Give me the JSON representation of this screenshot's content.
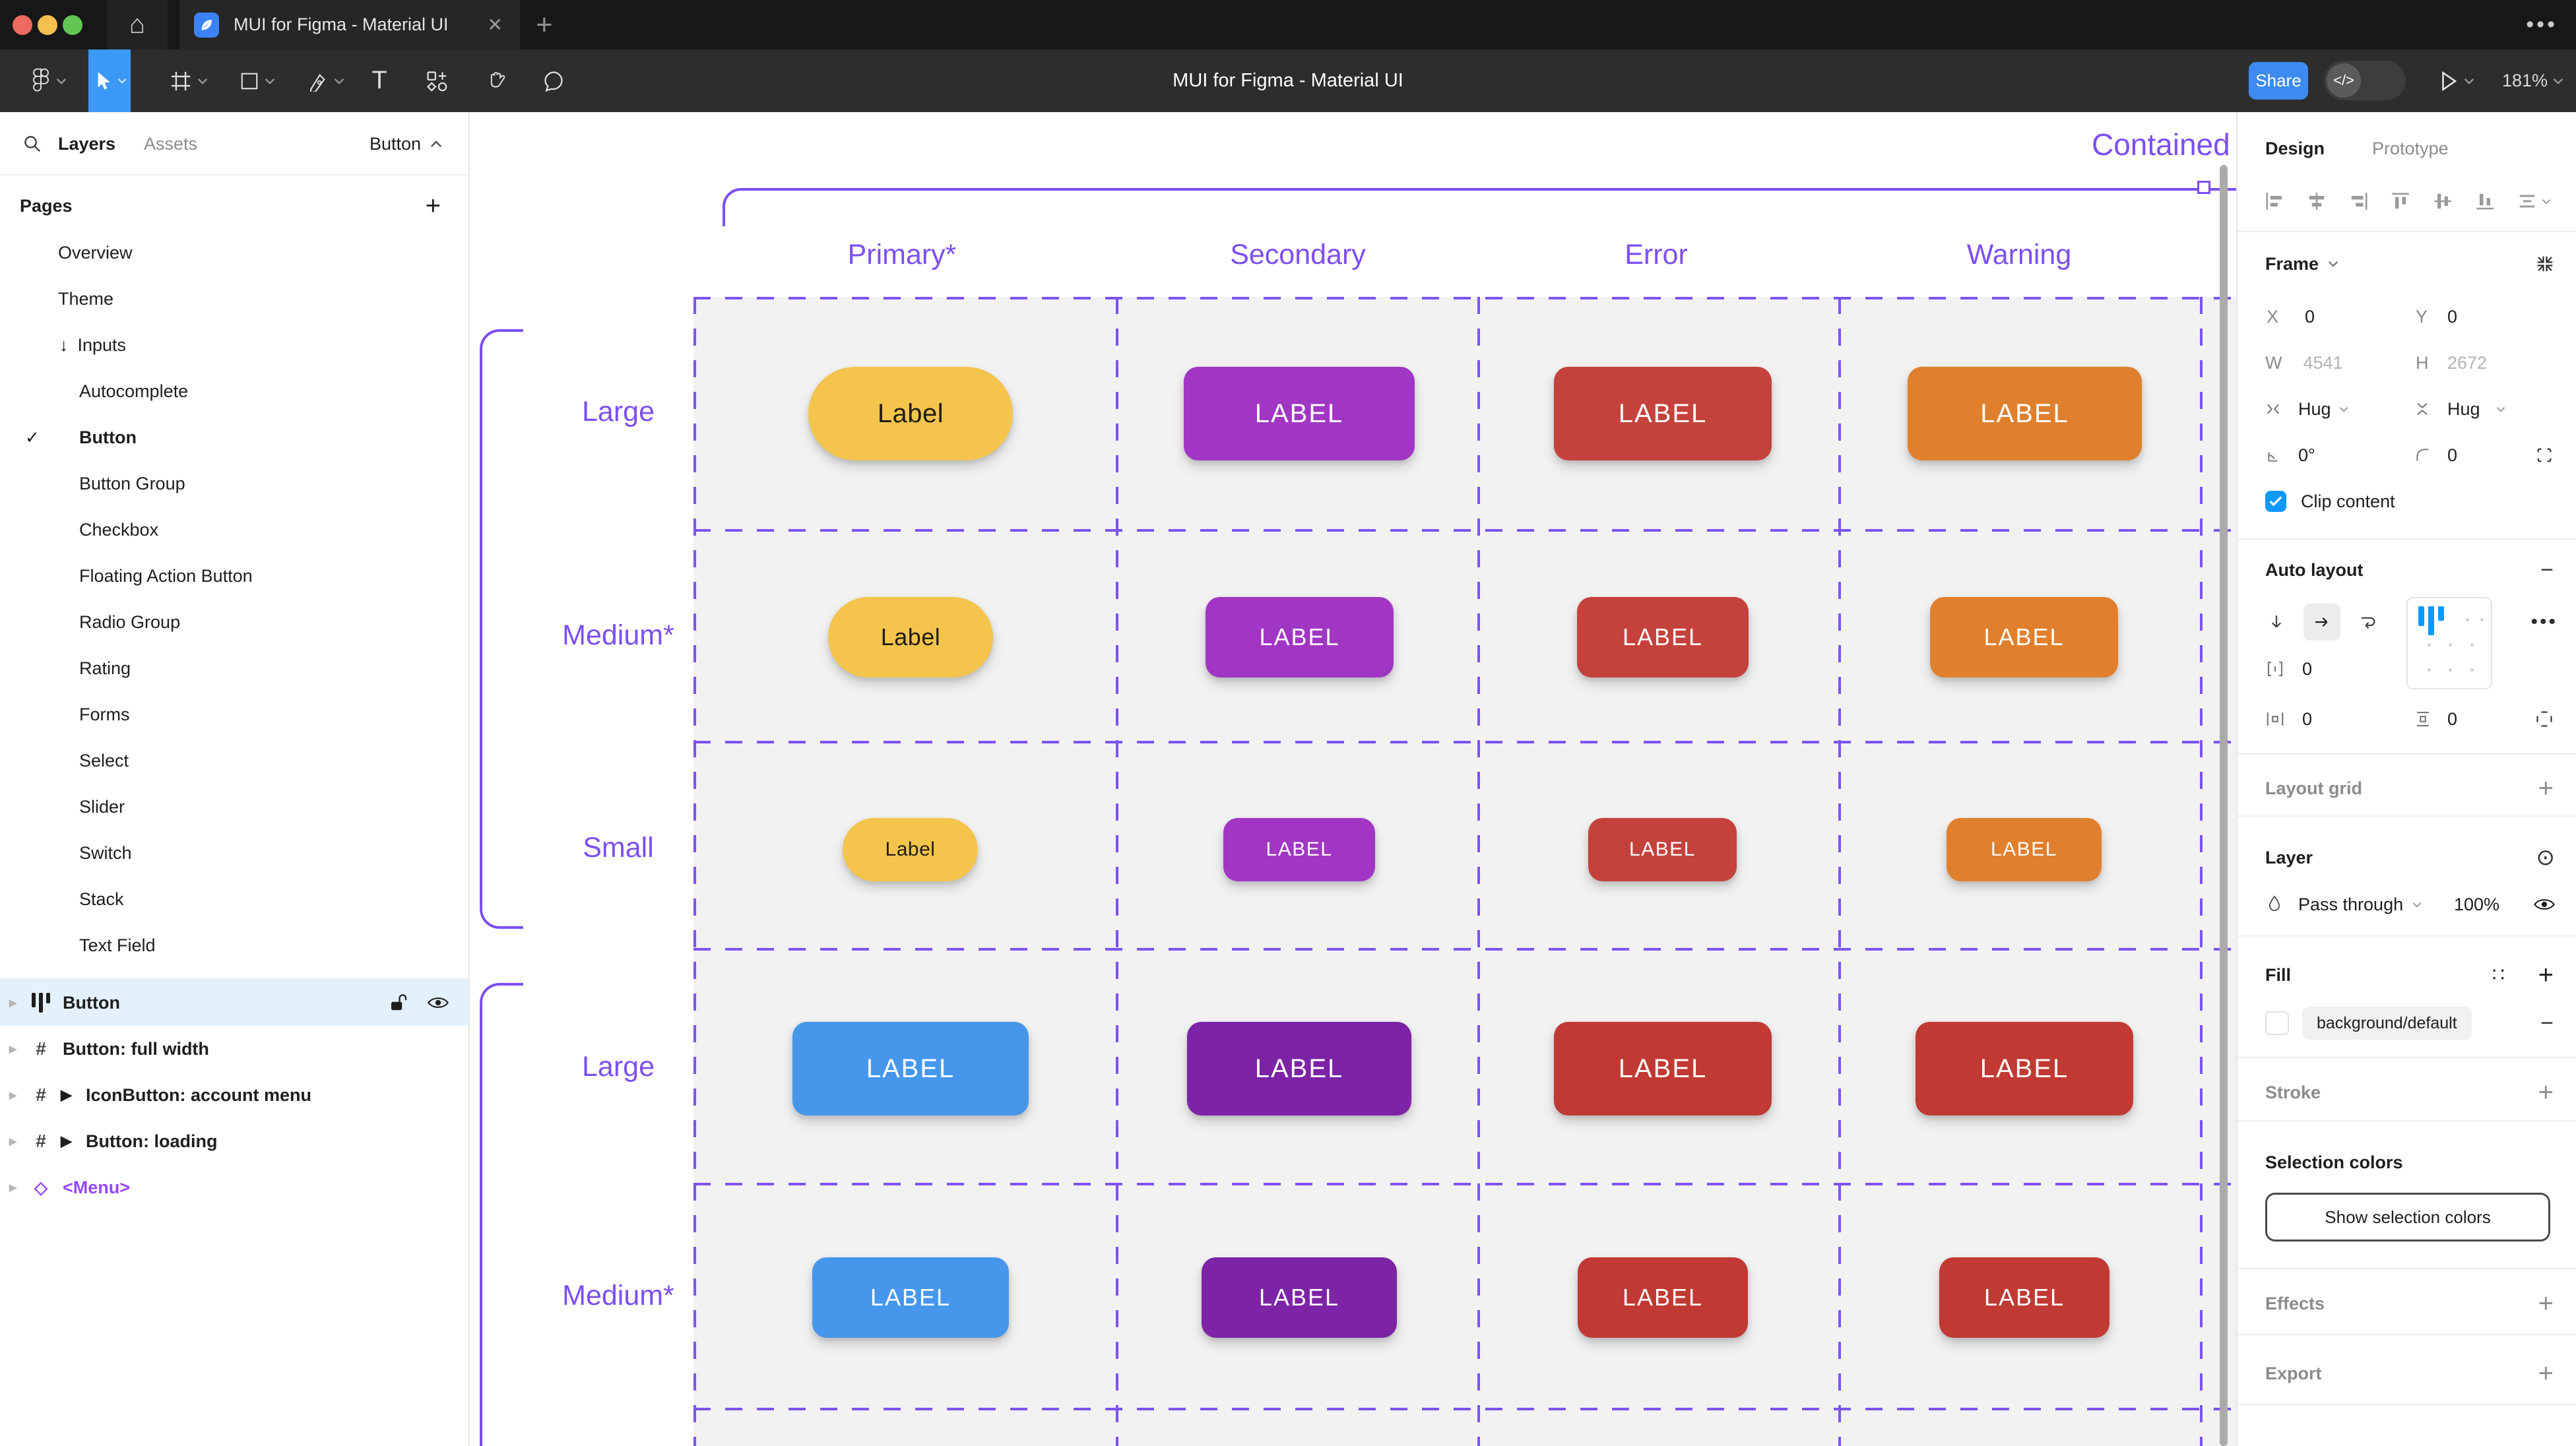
{
  "titlebar": {
    "tab_title": "MUI for Figma - Material UI"
  },
  "toolbar": {
    "doc_title": "MUI for Figma - Material UI",
    "share_label": "Share",
    "zoom_level": "181%"
  },
  "left_panel": {
    "tab_layers": "Layers",
    "tab_assets": "Assets",
    "scope_label": "Button",
    "pages_header": "Pages",
    "pages": [
      {
        "label": "Overview"
      },
      {
        "label": "Theme"
      },
      {
        "label": "Inputs"
      },
      {
        "label": "Autocomplete"
      },
      {
        "label": "Button"
      },
      {
        "label": "Button Group"
      },
      {
        "label": "Checkbox"
      },
      {
        "label": "Floating Action Button"
      },
      {
        "label": "Radio Group"
      },
      {
        "label": "Rating"
      },
      {
        "label": "Forms"
      },
      {
        "label": "Select"
      },
      {
        "label": "Slider"
      },
      {
        "label": "Switch"
      },
      {
        "label": "Stack"
      },
      {
        "label": "Text Field"
      }
    ],
    "layers": [
      {
        "label": "Button"
      },
      {
        "label": "Button: full width"
      },
      {
        "label": "IconButton: account menu"
      },
      {
        "label": "Button: loading"
      },
      {
        "label": "<Menu>"
      }
    ]
  },
  "right_panel": {
    "tab_design": "Design",
    "tab_prototype": "Prototype",
    "frame": {
      "header": "Frame",
      "x_label": "X",
      "x_value": "0",
      "y_label": "Y",
      "y_value": "0",
      "w_label": "W",
      "w_value": "4541",
      "h_label": "H",
      "h_value": "2672",
      "hug_h": "Hug",
      "hug_v": "Hug",
      "rotation_value": "0°",
      "radius_value": "0",
      "clip_label": "Clip content"
    },
    "auto_layout": {
      "header": "Auto layout",
      "gap_value": "0",
      "padding_h_value": "0",
      "padding_v_value": "0"
    },
    "layout_grid_header": "Layout grid",
    "layer": {
      "header": "Layer",
      "blend_mode": "Pass through",
      "opacity": "100%"
    },
    "fill": {
      "header": "Fill",
      "style_name": "background/default"
    },
    "stroke_header": "Stroke",
    "selection_colors": {
      "header": "Selection colors",
      "show_button": "Show selection colors"
    },
    "effects_header": "Effects",
    "export_header": "Export"
  },
  "canvas": {
    "frame_title": "Contained",
    "columns": [
      {
        "label": "Primary*"
      },
      {
        "label": "Secondary"
      },
      {
        "label": "Error"
      },
      {
        "label": "Warning"
      }
    ],
    "rows": [
      {
        "label": "Large",
        "buttons": [
          {
            "text": "Label",
            "color": "#F4C44D"
          },
          {
            "text": "LABEL",
            "color": "#A136C4"
          },
          {
            "text": "LABEL",
            "color": "#C5423C"
          },
          {
            "text": "LABEL",
            "color": "#E0802E"
          }
        ]
      },
      {
        "label": "Medium*",
        "buttons": [
          {
            "text": "Label",
            "color": "#F4C44D"
          },
          {
            "text": "LABEL",
            "color": "#A136C4"
          },
          {
            "text": "LABEL",
            "color": "#C5423C"
          },
          {
            "text": "LABEL",
            "color": "#E0802E"
          }
        ]
      },
      {
        "label": "Small",
        "buttons": [
          {
            "text": "Label",
            "color": "#F4C44D"
          },
          {
            "text": "LABEL",
            "color": "#A136C4"
          },
          {
            "text": "LABEL",
            "color": "#C5423C"
          },
          {
            "text": "LABEL",
            "color": "#E0802E"
          }
        ]
      },
      {
        "label": "Large",
        "buttons": [
          {
            "text": "LABEL",
            "color": "#4697EB"
          },
          {
            "text": "LABEL",
            "color": "#7D23A6"
          },
          {
            "text": "LABEL",
            "color": "#C03A33"
          },
          {
            "text": "LABEL",
            "color": "#C03A33"
          }
        ]
      },
      {
        "label": "Medium*",
        "buttons": [
          {
            "text": "LABEL",
            "color": "#4697EB"
          },
          {
            "text": "LABEL",
            "color": "#7D23A6"
          },
          {
            "text": "LABEL",
            "color": "#C03A33"
          },
          {
            "text": "LABEL",
            "color": "#C03A33"
          }
        ]
      }
    ]
  },
  "colors": {
    "accent_blue": "#3D8AF0",
    "selected_tool_blue": "#3D99F6",
    "selection_purple": "#7C4FF2",
    "canvas_grid_bg": "#F2F2F2",
    "selected_row_bg": "#E3F1FC",
    "checkbox_blue": "#0D99FF",
    "instance_purple": "#9747FF",
    "traffic_red": "#ED6A5F",
    "traffic_yellow": "#F5BF4F",
    "traffic_green": "#62C554"
  }
}
